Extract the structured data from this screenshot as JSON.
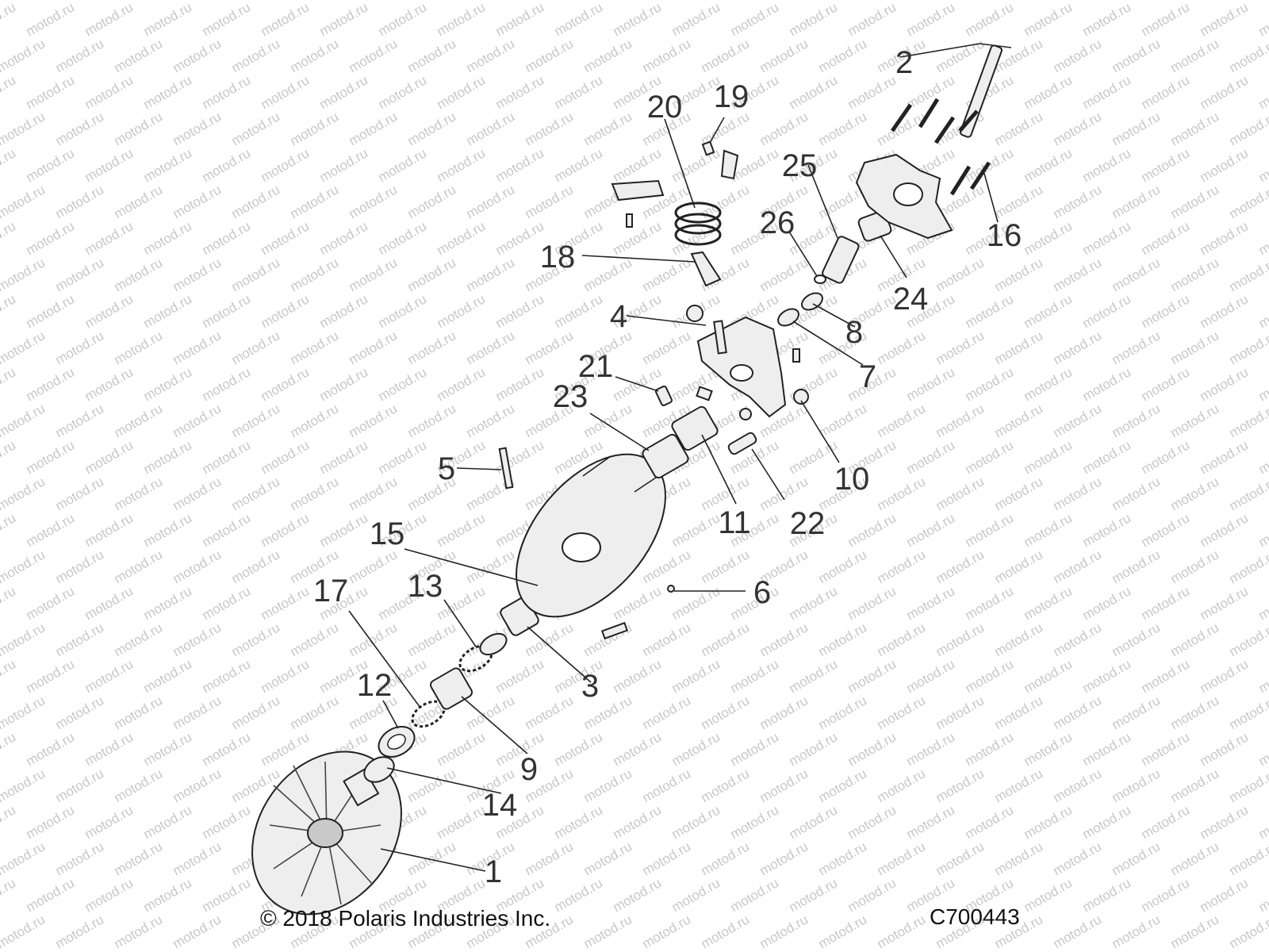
{
  "watermark": {
    "text": "motod.ru"
  },
  "footer": {
    "copyright": "© 2018 Polaris Industries Inc.",
    "code": "C700443"
  },
  "callouts": [
    {
      "id": "1",
      "label": "1"
    },
    {
      "id": "2",
      "label": "2"
    },
    {
      "id": "3",
      "label": "3"
    },
    {
      "id": "4",
      "label": "4"
    },
    {
      "id": "5",
      "label": "5"
    },
    {
      "id": "6",
      "label": "6"
    },
    {
      "id": "7",
      "label": "7"
    },
    {
      "id": "8",
      "label": "8"
    },
    {
      "id": "9",
      "label": "9"
    },
    {
      "id": "10",
      "label": "10"
    },
    {
      "id": "11",
      "label": "11"
    },
    {
      "id": "12",
      "label": "12"
    },
    {
      "id": "13",
      "label": "13"
    },
    {
      "id": "14",
      "label": "14"
    },
    {
      "id": "15",
      "label": "15"
    },
    {
      "id": "16",
      "label": "16"
    },
    {
      "id": "17",
      "label": "17"
    },
    {
      "id": "18",
      "label": "18"
    },
    {
      "id": "19",
      "label": "19"
    },
    {
      "id": "20",
      "label": "20"
    },
    {
      "id": "21",
      "label": "21"
    },
    {
      "id": "22",
      "label": "22"
    },
    {
      "id": "23",
      "label": "23"
    },
    {
      "id": "24",
      "label": "24"
    },
    {
      "id": "25",
      "label": "25"
    },
    {
      "id": "26",
      "label": "26"
    }
  ]
}
